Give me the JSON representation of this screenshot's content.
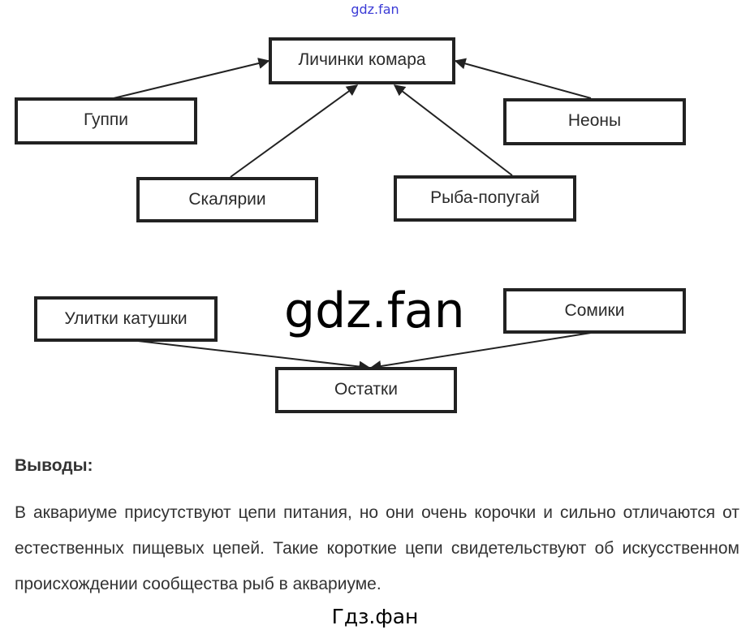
{
  "watermark_top": "gdz.fan",
  "watermark_center": "gdz.fan",
  "diagram1": {
    "center": "Личинки комара",
    "nodes": [
      "Гуппи",
      "Неоны",
      "Скалярии",
      "Рыба-попугай"
    ]
  },
  "diagram2": {
    "center": "Остатки",
    "nodes": [
      "Улитки катушки",
      "Сомики"
    ]
  },
  "conclusion": {
    "heading": "Выводы:",
    "text": "В аквариуме присутствуют цепи питания, но они очень корочки и сильно отличаются от естественных пищевых цепей. Такие короткие цепи свидетельствуют об искусственном происхождении сообщества рыб в аквариуме."
  },
  "footer": "Гдз.фан"
}
